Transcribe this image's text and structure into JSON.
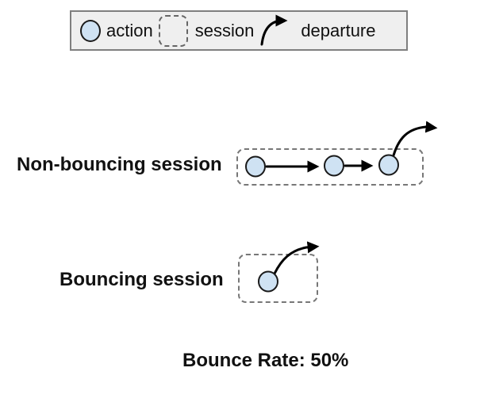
{
  "legend": {
    "items": [
      {
        "label": "action"
      },
      {
        "label": "session"
      },
      {
        "label": "departure"
      }
    ]
  },
  "rows": [
    {
      "label": "Non-bouncing session",
      "action_count": 3,
      "bounced": false
    },
    {
      "label": "Bouncing session",
      "action_count": 1,
      "bounced": true
    }
  ],
  "footer": {
    "text": "Bounce Rate: 50%"
  },
  "colors": {
    "action_fill": "#cfe2f3",
    "action_stroke": "#1a1a1a",
    "legend_bg": "#efefef",
    "legend_border": "#7f7f7f",
    "dashed_border": "#777777",
    "arrow": "#000000",
    "text": "#111111"
  }
}
